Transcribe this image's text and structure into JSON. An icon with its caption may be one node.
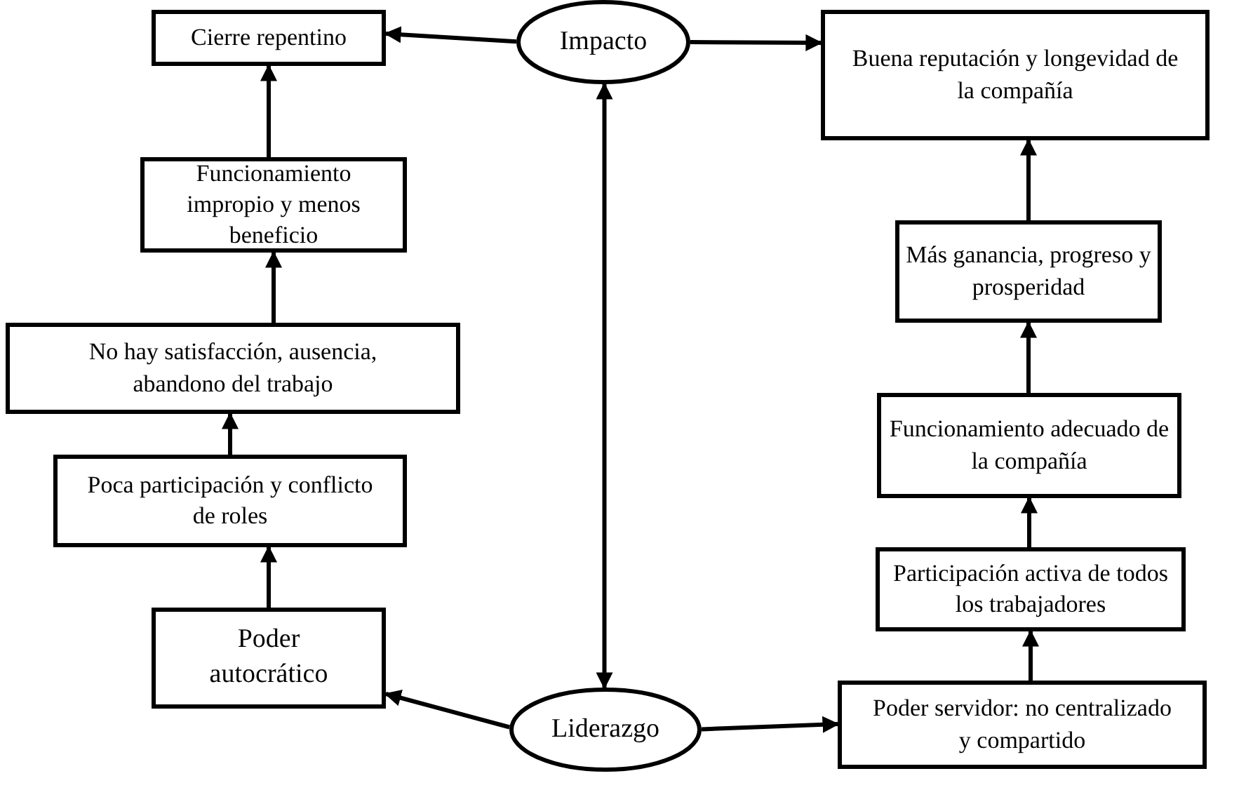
{
  "diagram": {
    "nodes": [
      {
        "text": [
          "Cierre repentino"
        ]
      },
      {
        "text": [
          "Impacto"
        ]
      },
      {
        "text": [
          "Buena reputación y longevidad de la compañía"
        ]
      },
      {
        "text": [
          "Funcionamiento impropio y menos beneficio"
        ]
      },
      {
        "text": [
          "Más ganancia, progreso y prosperidad"
        ]
      },
      {
        "text": [
          "No hay satisfacción, ausencia, abandono del trabajo"
        ]
      },
      {
        "text": [
          "Funcionamiento adecuado de la compañía"
        ]
      },
      {
        "text": [
          "Poca participación y conflicto de roles"
        ]
      },
      {
        "text": [
          "Participación activa de todos los  trabajadores"
        ]
      },
      {
        "text": [
          "Poder autocrático"
        ]
      },
      {
        "text": [
          "Liderazgo"
        ]
      },
      {
        "text": [
          "Poder servidor: no centralizado y compartido"
        ]
      }
    ],
    "edges": [
      {
        "from": 1,
        "to": 0,
        "arrow": "to"
      },
      {
        "from": 1,
        "to": 2,
        "arrow": "to"
      },
      {
        "from": 1,
        "to": 10,
        "arrow": "both"
      },
      {
        "from": 10,
        "to": 9,
        "arrow": "to"
      },
      {
        "from": 10,
        "to": 11,
        "arrow": "to"
      },
      {
        "from": 9,
        "to": 7,
        "arrow": "to"
      },
      {
        "from": 7,
        "to": 5,
        "arrow": "to"
      },
      {
        "from": 5,
        "to": 3,
        "arrow": "to"
      },
      {
        "from": 3,
        "to": 0,
        "arrow": "to"
      },
      {
        "from": 11,
        "to": 8,
        "arrow": "to"
      },
      {
        "from": 8,
        "to": 6,
        "arrow": "to"
      },
      {
        "from": 6,
        "to": 4,
        "arrow": "to"
      },
      {
        "from": 4,
        "to": 2,
        "arrow": "to"
      }
    ]
  }
}
